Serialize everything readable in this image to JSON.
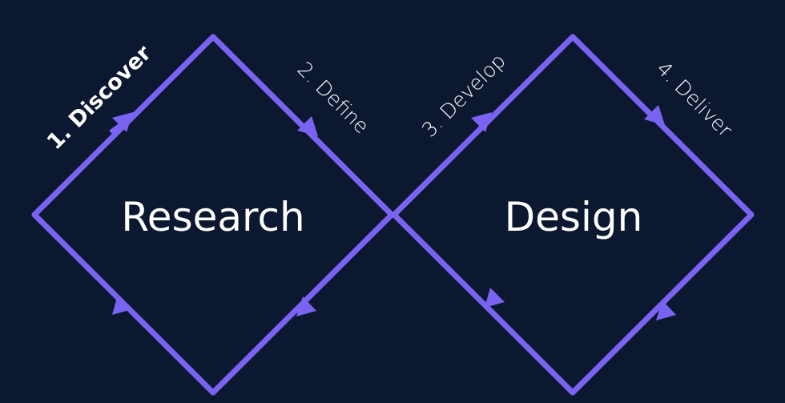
{
  "diagram": {
    "phases": [
      {
        "label": "1. Discover",
        "active": true
      },
      {
        "label": "2. Define",
        "active": false
      },
      {
        "label": "3. Develop",
        "active": false
      },
      {
        "label": "4. Deliver",
        "active": false
      }
    ],
    "regions": [
      {
        "label": "Research"
      },
      {
        "label": "Design"
      }
    ],
    "colors": {
      "background": "#0b1830",
      "stroke": "#7b63f2",
      "text": "#ffffff"
    }
  }
}
